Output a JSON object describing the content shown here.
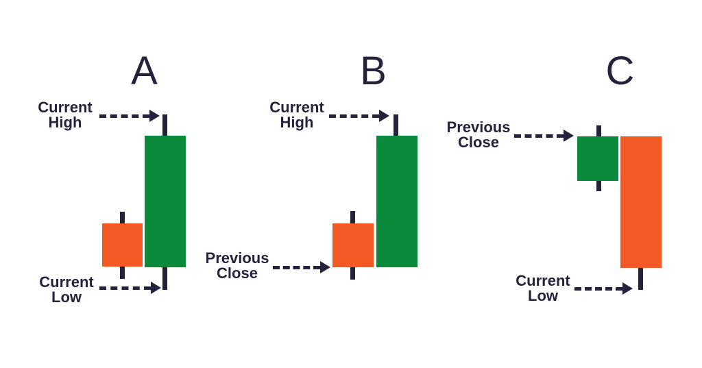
{
  "diagram": {
    "type": "candlestick-pattern-comparison",
    "background": "#FFFFFF",
    "colors": {
      "bullish_candle": "#0B8A3C",
      "bearish_candle": "#F15A25",
      "ink": "#23233C"
    },
    "panels": [
      {
        "label": "A",
        "annotations": [
          {
            "id": "current-high",
            "line1": "Current",
            "line2": "High"
          },
          {
            "id": "current-low",
            "line1": "Current",
            "line2": "Low"
          }
        ],
        "candles": [
          {
            "role": "previous",
            "direction": "bearish",
            "color": "#F15A25",
            "wicks": [
              "top",
              "bottom"
            ]
          },
          {
            "role": "current",
            "direction": "bullish",
            "color": "#0B8A3C",
            "wicks": [
              "top",
              "bottom"
            ]
          }
        ]
      },
      {
        "label": "B",
        "annotations": [
          {
            "id": "current-high",
            "line1": "Current",
            "line2": "High"
          },
          {
            "id": "previous-close",
            "line1": "Previous",
            "line2": "Close"
          }
        ],
        "candles": [
          {
            "role": "previous",
            "direction": "bearish",
            "color": "#F15A25",
            "wicks": [
              "top",
              "bottom"
            ]
          },
          {
            "role": "current",
            "direction": "bullish",
            "color": "#0B8A3C",
            "wicks": [
              "top"
            ]
          }
        ]
      },
      {
        "label": "C",
        "annotations": [
          {
            "id": "previous-close",
            "line1": "Previous",
            "line2": "Close"
          },
          {
            "id": "current-low",
            "line1": "Current",
            "line2": "Low"
          }
        ],
        "candles": [
          {
            "role": "previous",
            "direction": "bullish",
            "color": "#0B8A3C",
            "wicks": [
              "top",
              "bottom"
            ]
          },
          {
            "role": "current",
            "direction": "bearish",
            "color": "#F15A25",
            "wicks": [
              "bottom"
            ]
          }
        ]
      }
    ]
  }
}
